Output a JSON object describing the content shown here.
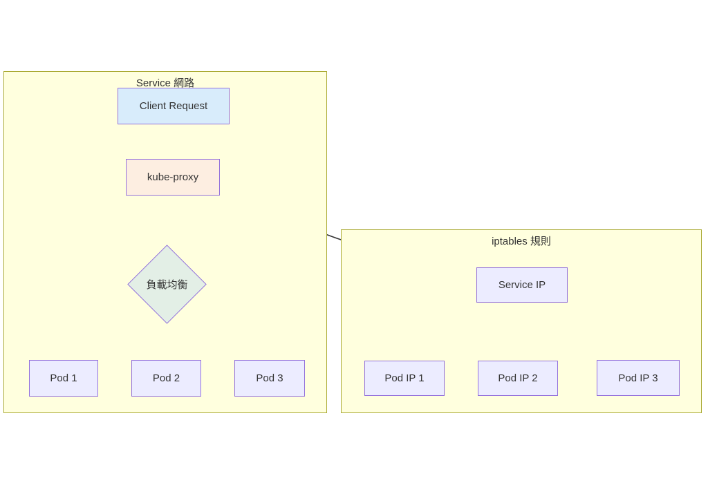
{
  "diagram": {
    "clusters": [
      {
        "id": "service-network",
        "title": "Service 網路",
        "fill": "#ffffde",
        "border": "#aaaa33"
      },
      {
        "id": "iptables-rules",
        "title": "iptables 規則",
        "fill": "#ffffde",
        "border": "#aaaa33"
      }
    ],
    "nodes": [
      {
        "id": "client-request",
        "label": "Client Request",
        "shape": "rect",
        "fill": "#d8ecfb"
      },
      {
        "id": "kube-proxy",
        "label": "kube-proxy",
        "shape": "rect",
        "fill": "#fdeee1"
      },
      {
        "id": "load-balancer",
        "label": "負載均衡",
        "shape": "diamond",
        "fill": "#e3efe6"
      },
      {
        "id": "pod-1",
        "label": "Pod 1",
        "shape": "rect",
        "fill": "#ececff"
      },
      {
        "id": "pod-2",
        "label": "Pod 2",
        "shape": "rect",
        "fill": "#ececff"
      },
      {
        "id": "pod-3",
        "label": "Pod 3",
        "shape": "rect",
        "fill": "#ececff"
      },
      {
        "id": "service-ip",
        "label": "Service IP",
        "shape": "rect",
        "fill": "#ececff"
      },
      {
        "id": "pod-ip-1",
        "label": "Pod IP 1",
        "shape": "rect",
        "fill": "#ececff"
      },
      {
        "id": "pod-ip-2",
        "label": "Pod IP 2",
        "shape": "rect",
        "fill": "#ececff"
      },
      {
        "id": "pod-ip-3",
        "label": "Pod IP 3",
        "shape": "rect",
        "fill": "#ececff"
      }
    ],
    "edges": [
      {
        "from": "client-request",
        "to": "kube-proxy"
      },
      {
        "from": "kube-proxy",
        "to": "load-balancer"
      },
      {
        "from": "load-balancer",
        "to": "pod-1"
      },
      {
        "from": "load-balancer",
        "to": "pod-2"
      },
      {
        "from": "load-balancer",
        "to": "pod-3"
      },
      {
        "from": "kube-proxy",
        "to": "service-ip"
      },
      {
        "from": "service-ip",
        "to": "pod-ip-1"
      },
      {
        "from": "service-ip",
        "to": "pod-ip-2"
      },
      {
        "from": "service-ip",
        "to": "pod-ip-3"
      }
    ],
    "colors": {
      "edge": "#333333",
      "text": "#333333",
      "node_border": "#9370db",
      "node_fill_default": "#ececff",
      "cluster_fill": "#ffffde",
      "cluster_border": "#aaaa33",
      "canvas": "#ffffff"
    }
  }
}
